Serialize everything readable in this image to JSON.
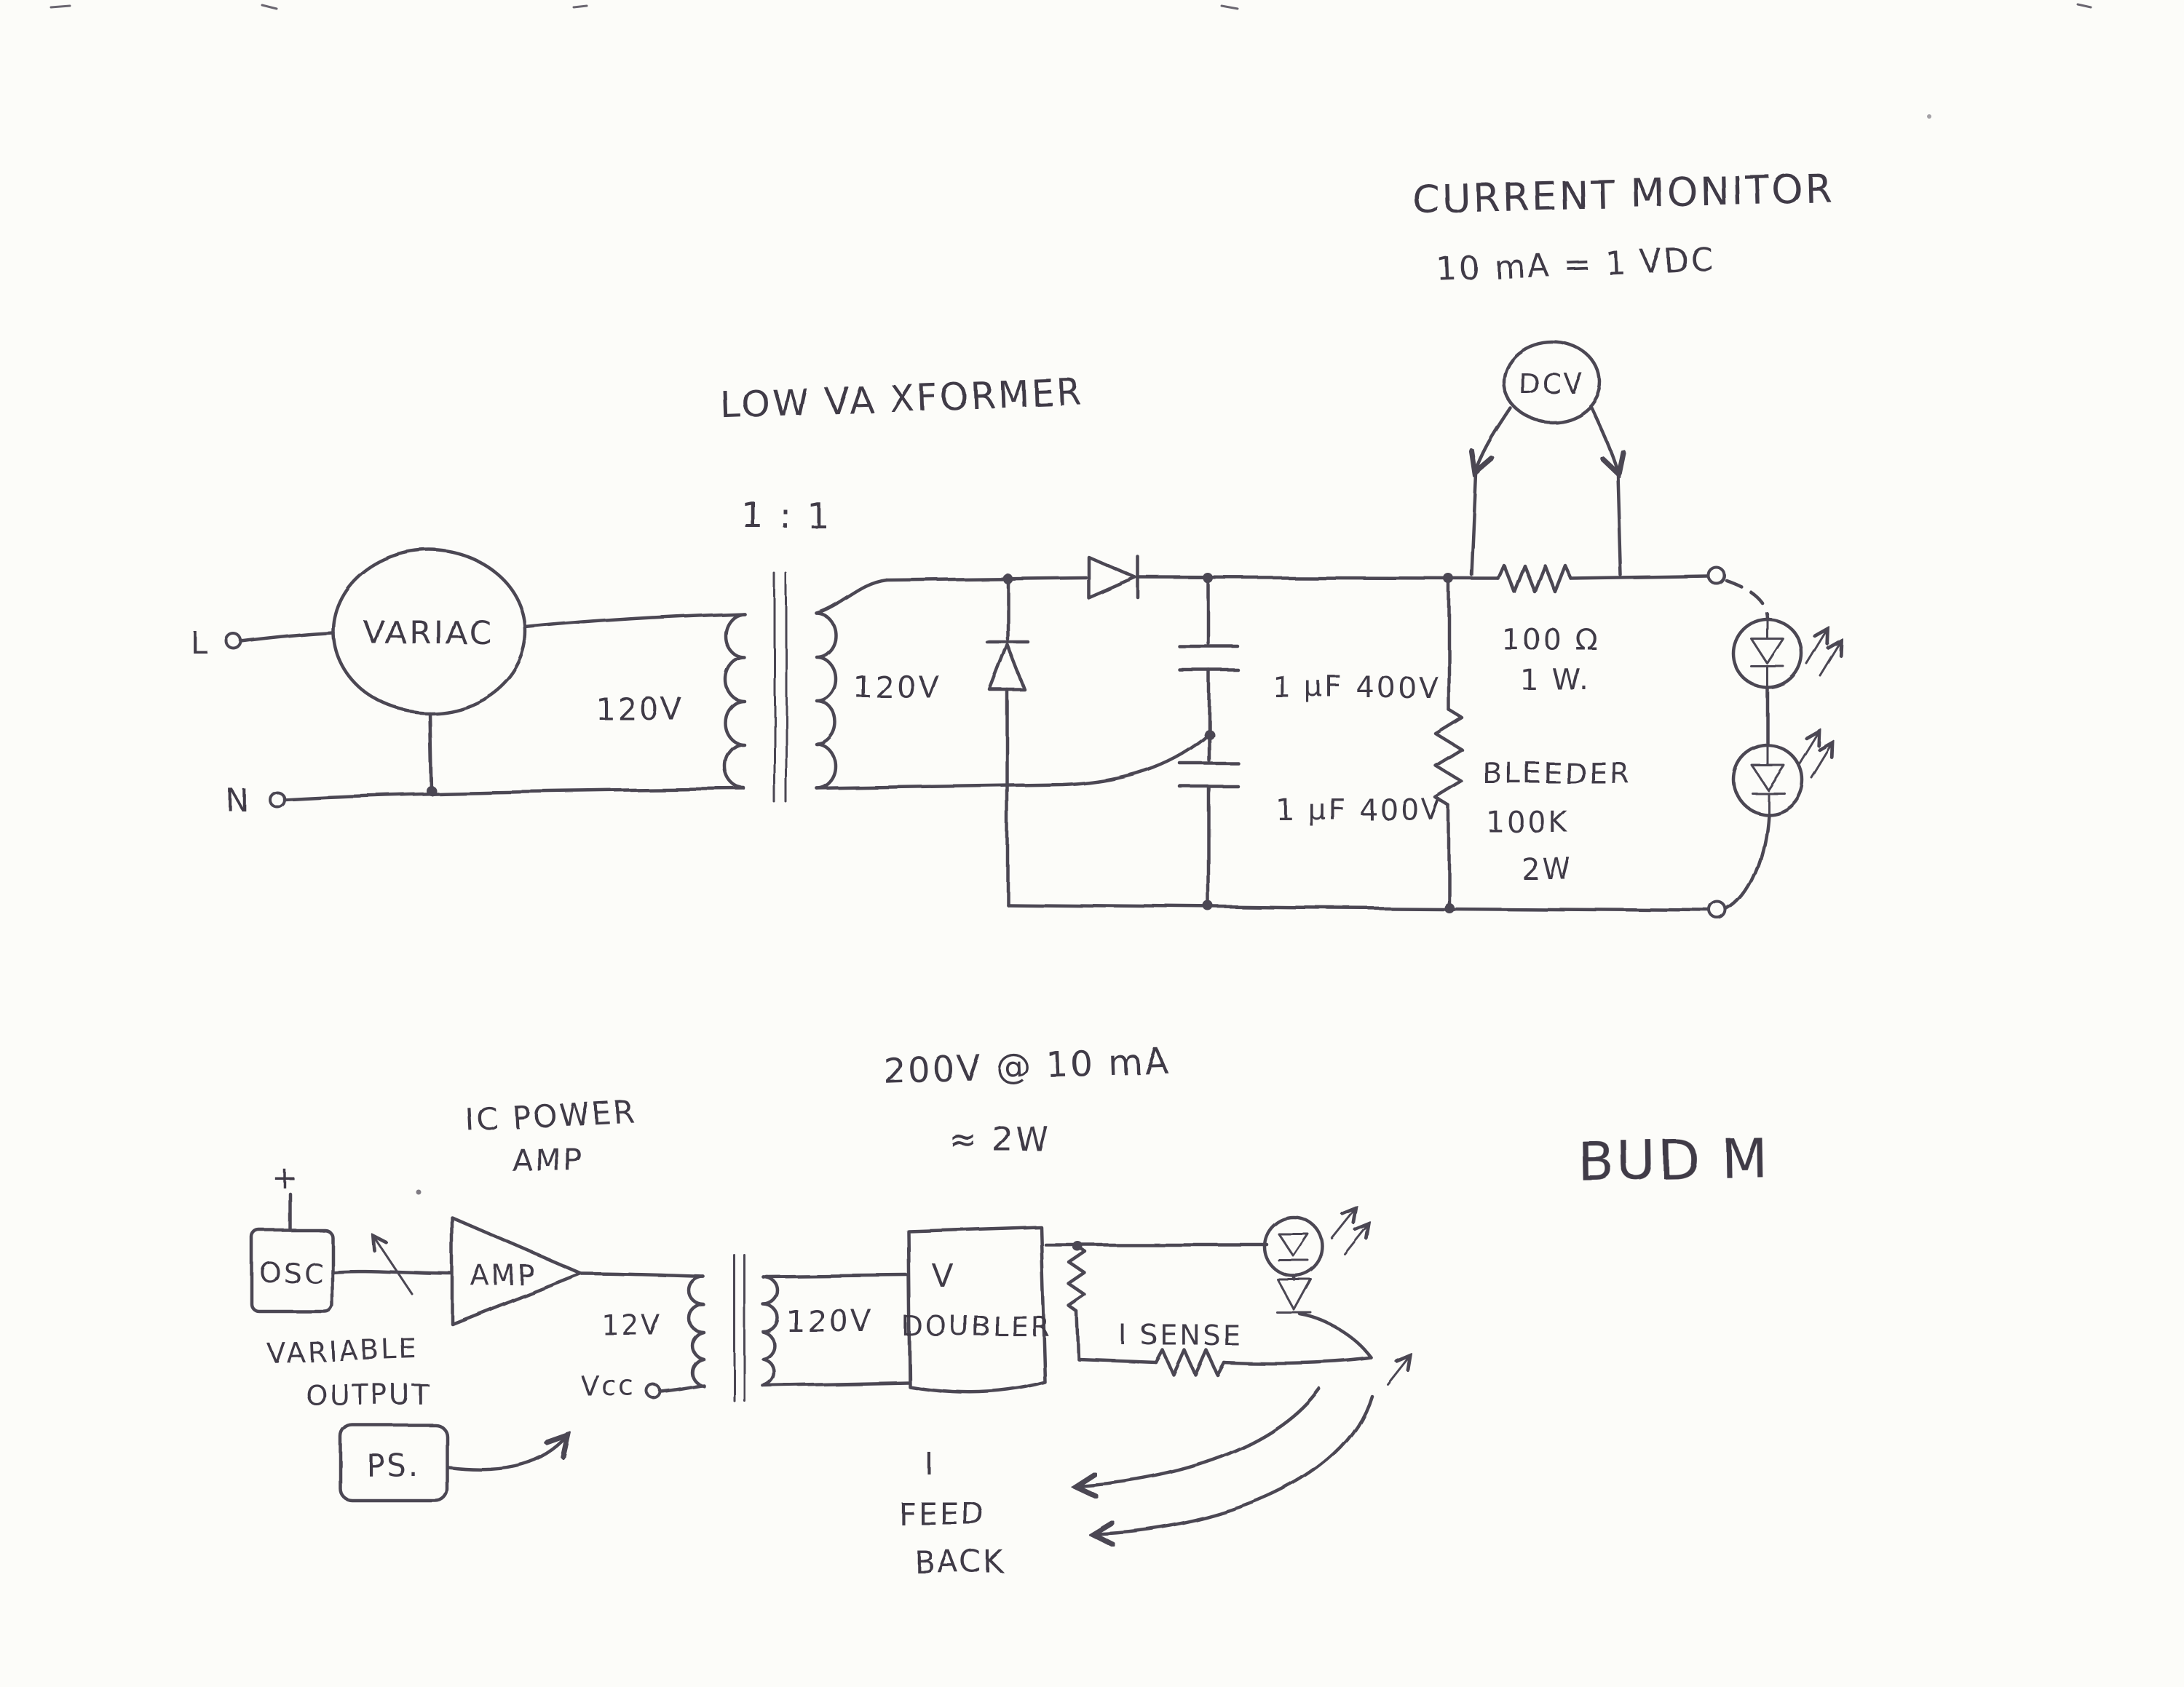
{
  "page": {
    "description": "Hand-drawn power supply schematic, scanned",
    "paper_color": "#fcfcf9",
    "ink_color": "#4b4653"
  },
  "top_circuit": {
    "title": "CURRENT MONITOR",
    "title_sub": "10 mA = 1 VDC",
    "meter_label": "DCV",
    "xformer_label": "LOW VA XFORMER",
    "xformer_ratio": "1 : 1",
    "variac_label": "VARIAC",
    "terminal_l": "L",
    "terminal_n": "N",
    "primary_voltage": "120V",
    "secondary_voltage": "120V",
    "cap1_label": "1 μF 400V",
    "cap2_label": "1 μF 400V",
    "sense_resistor_value": "100 Ω",
    "sense_resistor_power": "1 W.",
    "bleeder": [
      "BLEEDER",
      "100K",
      "2W"
    ]
  },
  "bottom_circuit": {
    "spec_line1": "200V @ 10 mA",
    "spec_line2": "≈ 2W",
    "amp_title": [
      "IC POWER",
      "AMP"
    ],
    "osc_plus": "+",
    "osc_label": "OSC",
    "osc_note": [
      "VARIABLE",
      "OUTPUT"
    ],
    "amp_label": "AMP",
    "supply": [
      "12V",
      "Vcc"
    ],
    "ps_label": "PS.",
    "secondary_voltage": "120V",
    "doubler": [
      "V",
      "DOUBLER"
    ],
    "sense_label": "I SENSE",
    "feedback": [
      "I",
      "FEED",
      "BACK"
    ],
    "signature": "BUD M"
  }
}
